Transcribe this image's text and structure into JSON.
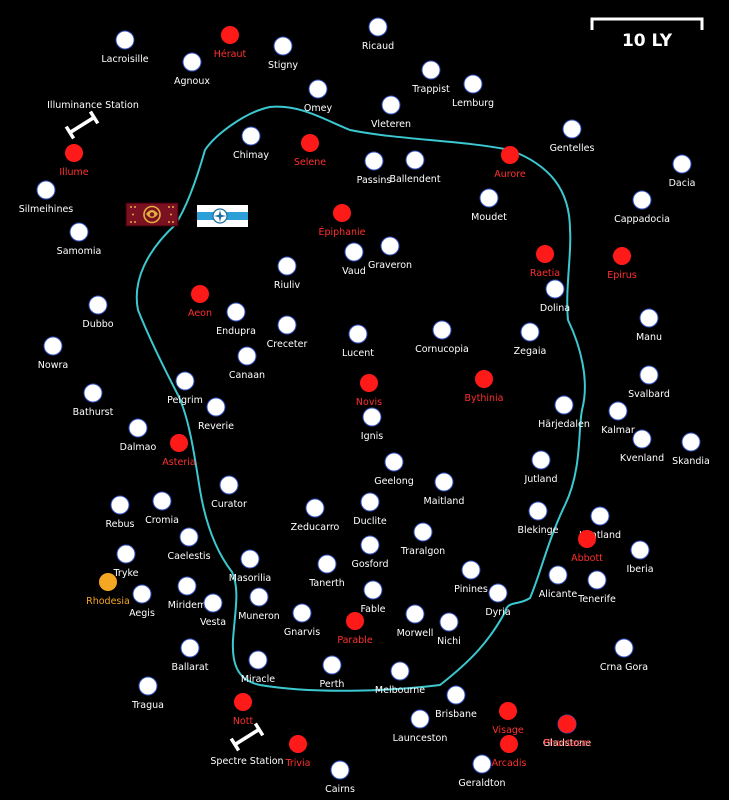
{
  "colors": {
    "background": "#000000",
    "star_normal": "#ffffff",
    "star_red": "#ff1a1a",
    "star_gold": "#f5a623",
    "label_normal": "#ffffff",
    "label_red": "#ff3030",
    "label_gold": "#f5a623",
    "border": "#3cc8d0",
    "flag_red": "#7a1020",
    "flag_blue": "#2b9fd8"
  },
  "scale": {
    "label": "10 LY"
  },
  "stations": [
    {
      "name": "Illuminance Station",
      "icon": "station-icon"
    },
    {
      "name": "Spectre Station",
      "icon": "station-icon"
    }
  ],
  "flags": [
    {
      "name": "crest-flag",
      "icon": "imperial-crest-flag-icon"
    },
    {
      "name": "compass-flag",
      "icon": "compass-rose-flag-icon"
    }
  ],
  "stars": [
    {
      "name": "Lacroisille",
      "color": "white"
    },
    {
      "name": "Agnoux",
      "color": "white"
    },
    {
      "name": "Héraut",
      "color": "red"
    },
    {
      "name": "Stigny",
      "color": "white"
    },
    {
      "name": "Ricaud",
      "color": "white"
    },
    {
      "name": "Trappist",
      "color": "white"
    },
    {
      "name": "Omey",
      "color": "white"
    },
    {
      "name": "Lemburg",
      "color": "white"
    },
    {
      "name": "Vleteren",
      "color": "white"
    },
    {
      "name": "Illume",
      "color": "red"
    },
    {
      "name": "Chimay",
      "color": "white"
    },
    {
      "name": "Selene",
      "color": "red"
    },
    {
      "name": "Passins",
      "color": "white"
    },
    {
      "name": "Ballendent",
      "color": "white"
    },
    {
      "name": "Aurore",
      "color": "red"
    },
    {
      "name": "Gentelles",
      "color": "white"
    },
    {
      "name": "Dacia",
      "color": "white"
    },
    {
      "name": "Silmeihines",
      "color": "white"
    },
    {
      "name": "Moudet",
      "color": "white"
    },
    {
      "name": "Cappadocia",
      "color": "white"
    },
    {
      "name": "Samomia",
      "color": "white"
    },
    {
      "name": "Épiphanie",
      "color": "red"
    },
    {
      "name": "Vaud",
      "color": "white"
    },
    {
      "name": "Graveron",
      "color": "white"
    },
    {
      "name": "Raetia",
      "color": "red"
    },
    {
      "name": "Epirus",
      "color": "red"
    },
    {
      "name": "Riuliv",
      "color": "white"
    },
    {
      "name": "Dolina",
      "color": "white"
    },
    {
      "name": "Aeon",
      "color": "red"
    },
    {
      "name": "Dubbo",
      "color": "white"
    },
    {
      "name": "Endupra",
      "color": "white"
    },
    {
      "name": "Manu",
      "color": "white"
    },
    {
      "name": "Creceter",
      "color": "white"
    },
    {
      "name": "Lucent",
      "color": "white"
    },
    {
      "name": "Cornucopia",
      "color": "white"
    },
    {
      "name": "Zegaia",
      "color": "white"
    },
    {
      "name": "Nowra",
      "color": "white"
    },
    {
      "name": "Canaan",
      "color": "white"
    },
    {
      "name": "Pelgrim",
      "color": "white"
    },
    {
      "name": "Novis",
      "color": "red"
    },
    {
      "name": "Bythinia",
      "color": "red"
    },
    {
      "name": "Svalbard",
      "color": "white"
    },
    {
      "name": "Bathurst",
      "color": "white"
    },
    {
      "name": "Reverie",
      "color": "white"
    },
    {
      "name": "Ignis",
      "color": "white"
    },
    {
      "name": "Härjedalen",
      "color": "white"
    },
    {
      "name": "Kalmar",
      "color": "white"
    },
    {
      "name": "Dalmao",
      "color": "white"
    },
    {
      "name": "Asteria",
      "color": "red"
    },
    {
      "name": "Skandia",
      "color": "white"
    },
    {
      "name": "Kvenland",
      "color": "white"
    },
    {
      "name": "Geelong",
      "color": "white"
    },
    {
      "name": "Jutland",
      "color": "white"
    },
    {
      "name": "Maitland",
      "color": "white"
    },
    {
      "name": "Curator",
      "color": "white"
    },
    {
      "name": "Jämtland",
      "color": "white"
    },
    {
      "name": "Rebus",
      "color": "white"
    },
    {
      "name": "Cromia",
      "color": "white"
    },
    {
      "name": "Zeducarro",
      "color": "white"
    },
    {
      "name": "Duclite",
      "color": "white"
    },
    {
      "name": "Blekinge",
      "color": "white"
    },
    {
      "name": "Caelestis",
      "color": "white"
    },
    {
      "name": "Masorilia",
      "color": "white"
    },
    {
      "name": "Traralgon",
      "color": "white"
    },
    {
      "name": "Abbott",
      "color": "red"
    },
    {
      "name": "Iberia",
      "color": "white"
    },
    {
      "name": "Tryke",
      "color": "white"
    },
    {
      "name": "Gosford",
      "color": "white"
    },
    {
      "name": "Pinines",
      "color": "white"
    },
    {
      "name": "Tanerth",
      "color": "white"
    },
    {
      "name": "Rhodesia",
      "color": "gold"
    },
    {
      "name": "Alicante",
      "color": "white"
    },
    {
      "name": "Tenerife",
      "color": "white"
    },
    {
      "name": "Aegis",
      "color": "white"
    },
    {
      "name": "Miridem",
      "color": "white"
    },
    {
      "name": "Fable",
      "color": "white"
    },
    {
      "name": "Dyria",
      "color": "white"
    },
    {
      "name": "Muneron",
      "color": "white"
    },
    {
      "name": "Vesta",
      "color": "white"
    },
    {
      "name": "Gnarvis",
      "color": "white"
    },
    {
      "name": "Parable",
      "color": "red"
    },
    {
      "name": "Morwell",
      "color": "white"
    },
    {
      "name": "Nichi",
      "color": "white"
    },
    {
      "name": "Ballarat",
      "color": "white"
    },
    {
      "name": "Crna Gora",
      "color": "white"
    },
    {
      "name": "Melbourne",
      "color": "white"
    },
    {
      "name": "Miracle",
      "color": "white"
    },
    {
      "name": "Perth",
      "color": "white"
    },
    {
      "name": "Tragua",
      "color": "white"
    },
    {
      "name": "Brisbane",
      "color": "white"
    },
    {
      "name": "Nott",
      "color": "red"
    },
    {
      "name": "Visage",
      "color": "red"
    },
    {
      "name": "Gladstone",
      "color": "white"
    },
    {
      "name": "Phantasm",
      "color": "red"
    },
    {
      "name": "Launceston",
      "color": "white"
    },
    {
      "name": "Trivia",
      "color": "red"
    },
    {
      "name": "Geraldton",
      "color": "white"
    },
    {
      "name": "Arcadis",
      "color": "red"
    },
    {
      "name": "Cairns",
      "color": "white"
    }
  ]
}
